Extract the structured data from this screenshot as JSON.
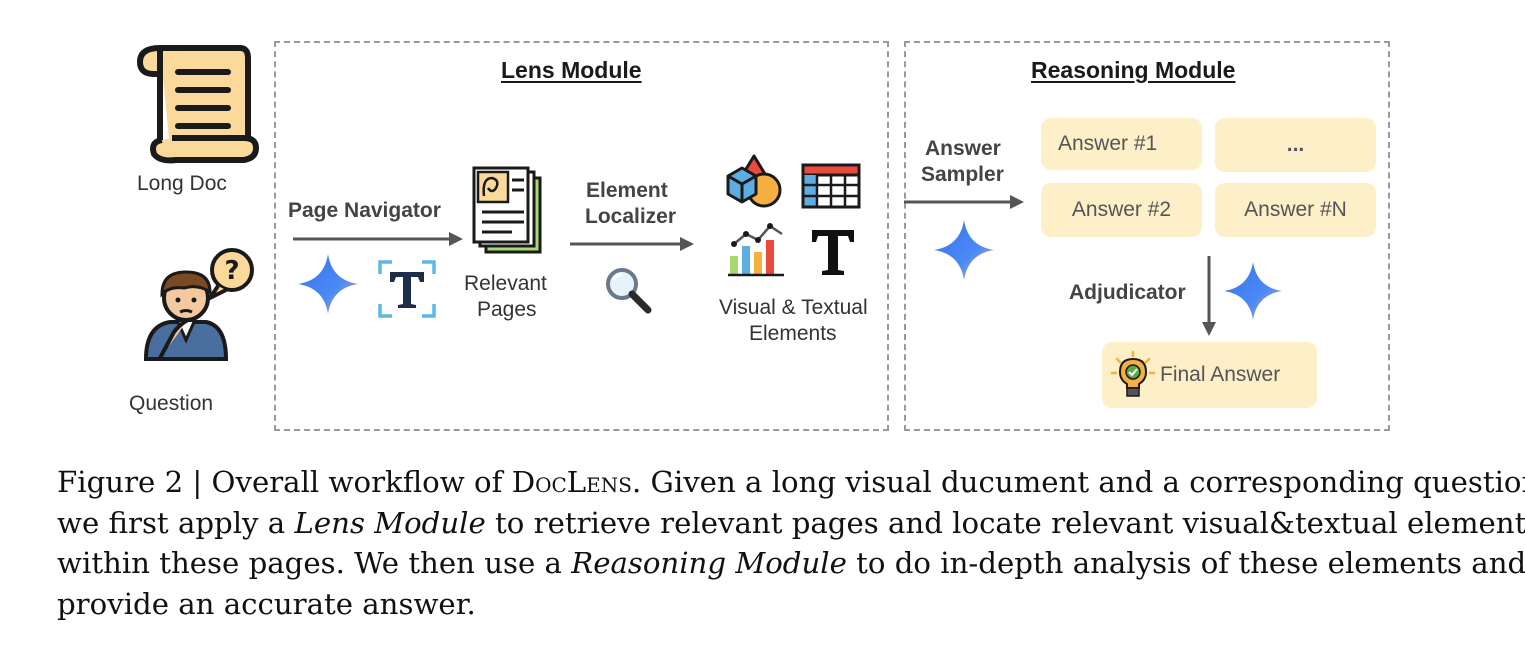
{
  "inputs": {
    "long_doc_label": "Long Doc",
    "question_label": "Question"
  },
  "lens_module": {
    "title": "Lens Module",
    "page_navigator_label": "Page Navigator",
    "relevant_pages_line1": "Relevant",
    "relevant_pages_line2": "Pages",
    "element_localizer_line1": "Element",
    "element_localizer_line2": "Localizer",
    "elements_line1": "Visual & Textual",
    "elements_line2": "Elements"
  },
  "reasoning_module": {
    "title": "Reasoning Module",
    "answer_sampler_line1": "Answer",
    "answer_sampler_line2": "Sampler",
    "answers": [
      "Answer #1",
      "...",
      "Answer #2",
      "Answer #N"
    ],
    "adjudicator_label": "Adjudicator",
    "final_answer_label": "Final Answer"
  },
  "caption": {
    "line1_a": "Figure 2 | Overall workflow of ",
    "line1_sc": "DocLens",
    "line1_b": ". Given a long visual ducument and a corresponding question,",
    "line2_a": "we first apply a ",
    "line2_em": "Lens Module",
    "line2_b": " to retrieve relevant pages and locate relevant visual&textual elements",
    "line3_a": "within these pages. We then use a ",
    "line3_em": "Reasoning Module",
    "line3_b": " to do in-depth analysis of these elements and",
    "line4": "provide an accurate answer."
  },
  "colors": {
    "panel_border": "#9a9a9a",
    "answer_box": "#fdefc8",
    "arrow": "#555555",
    "sparkle_blue": "#4a7ff0",
    "scroll_fill": "#fbd99b"
  },
  "icons": [
    "scroll-icon",
    "thinking-person-icon",
    "sparkle-icon",
    "text-t-icon",
    "document-icon",
    "magnifier-icon",
    "shapes-icon",
    "table-icon",
    "bar-chart-icon",
    "lightbulb-icon"
  ]
}
